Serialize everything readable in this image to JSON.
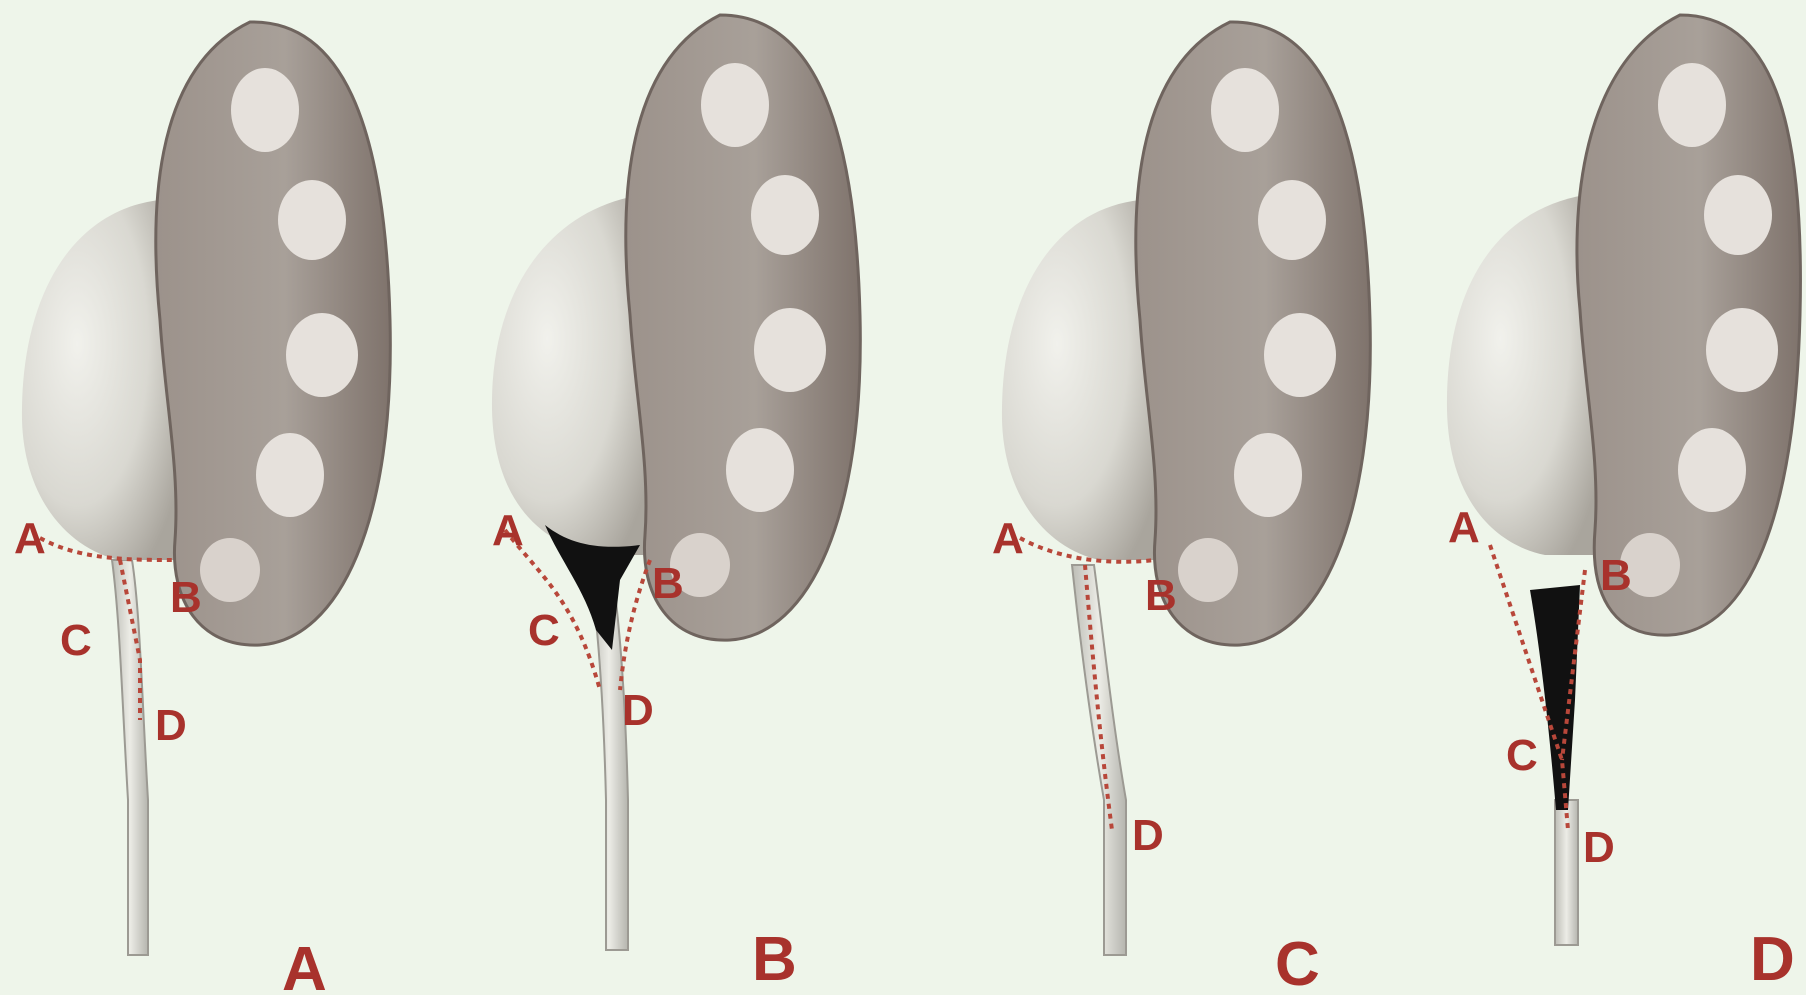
{
  "colors": {
    "background": "#eef5ea",
    "label": "#a8322c",
    "kidney_outer": "#8d817a",
    "kidney_inner": "#a79e97",
    "calyx": "#e6e1dc",
    "pelvis_light": "#e4e4de",
    "pelvis_shadow": "#b7b4ad",
    "ureter": "#d3d3cd",
    "incision": "#b8473a",
    "cut_dark": "#111111"
  },
  "panels": [
    {
      "caption": "A",
      "points": {
        "A": "A",
        "B": "B",
        "C": "C",
        "D": "D"
      }
    },
    {
      "caption": "B",
      "points": {
        "A": "A",
        "B": "B",
        "C": "C",
        "D": "D"
      }
    },
    {
      "caption": "C",
      "points": {
        "A": "A",
        "B": "B",
        "D": "D"
      }
    },
    {
      "caption": "D",
      "points": {
        "A": "A",
        "B": "B",
        "C": "C",
        "D": "D"
      }
    }
  ]
}
